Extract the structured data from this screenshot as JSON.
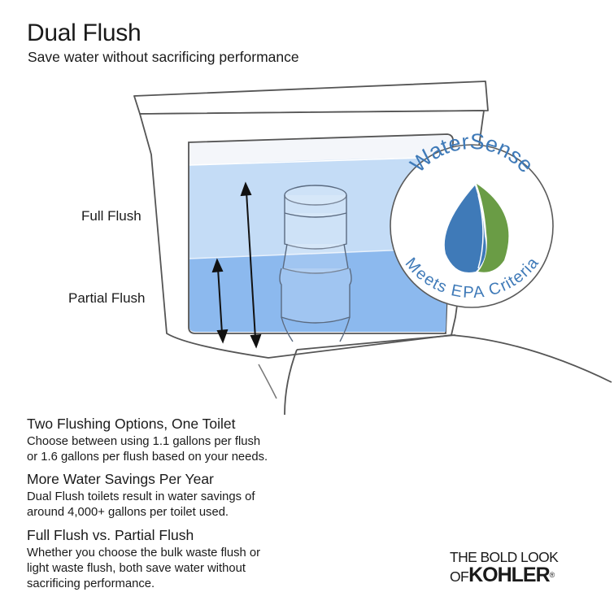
{
  "header": {
    "title": "Dual Flush",
    "subtitle": "Save water without sacrificing performance"
  },
  "diagram": {
    "full_flush_label": "Full Flush",
    "partial_flush_label": "Partial Flush",
    "badge": {
      "top_text": "WaterSense",
      "bottom_text": "Meets EPA Criteria"
    },
    "colors": {
      "water_light": "#c4dcf6",
      "water_dark": "#88b6ee",
      "badge_blue": "#3f7ab8",
      "badge_green": "#6a9c45",
      "outline": "#555555"
    }
  },
  "sections": [
    {
      "heading": "Two Flushing Options, One Toilet",
      "lines": [
        "Choose between using 1.1 gallons per flush",
        "or 1.6 gallons per flush based on your needs."
      ]
    },
    {
      "heading": "More Water Savings Per Year",
      "lines": [
        "Dual Flush toilets result in water savings of",
        "around 4,000+ gallons per toilet used."
      ]
    },
    {
      "heading": "Full Flush vs. Partial Flush",
      "lines": [
        "Whether you choose the bulk waste flush or",
        "light waste flush, both save water without",
        "sacrificing performance."
      ]
    }
  ],
  "brand": {
    "line1": "THE BOLD LOOK",
    "of": "OF",
    "name": "KOHLER",
    "reg": "®"
  }
}
